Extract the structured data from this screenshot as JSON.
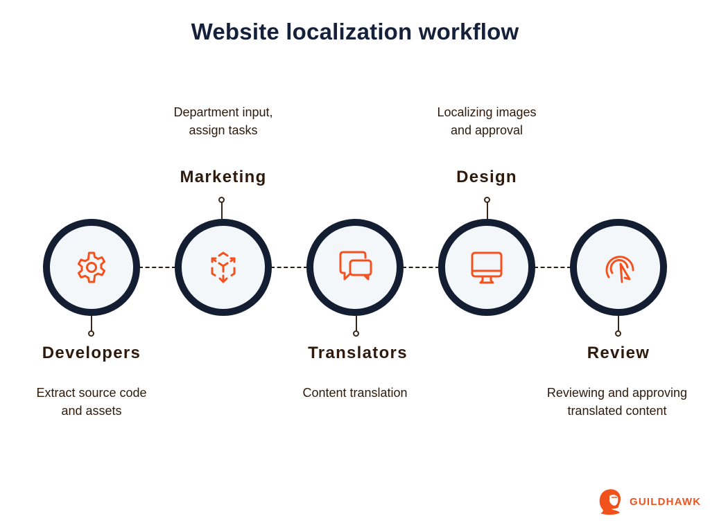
{
  "title": "Website localization workflow",
  "colors": {
    "title": "#15203a",
    "ring": "#141e33",
    "node_fill": "#f4f7f9",
    "icon": "#f4511e",
    "text": "#2d1a0c",
    "connector": "#2b1c12",
    "brand": "#f1521c"
  },
  "steps": [
    {
      "label": "Developers",
      "description_lines": [
        "Extract source code",
        "and assets"
      ],
      "icon": "gear-icon",
      "label_position": "below"
    },
    {
      "label": "Marketing",
      "description_lines": [
        "Department input,",
        "assign tasks"
      ],
      "icon": "3d-cube-expand-icon",
      "label_position": "above"
    },
    {
      "label": "Translators",
      "description_lines": [
        "Content translation"
      ],
      "icon": "chat-bubbles-icon",
      "label_position": "below"
    },
    {
      "label": "Design",
      "description_lines": [
        "Localizing images",
        "and approval"
      ],
      "icon": "monitor-icon",
      "label_position": "above"
    },
    {
      "label": "Review",
      "description_lines": [
        "Reviewing and approving",
        "translated content"
      ],
      "icon": "pointer-click-icon",
      "label_position": "below"
    }
  ],
  "brand": {
    "name": "GUILDHAWK",
    "icon": "guildhawk-logo-icon"
  }
}
